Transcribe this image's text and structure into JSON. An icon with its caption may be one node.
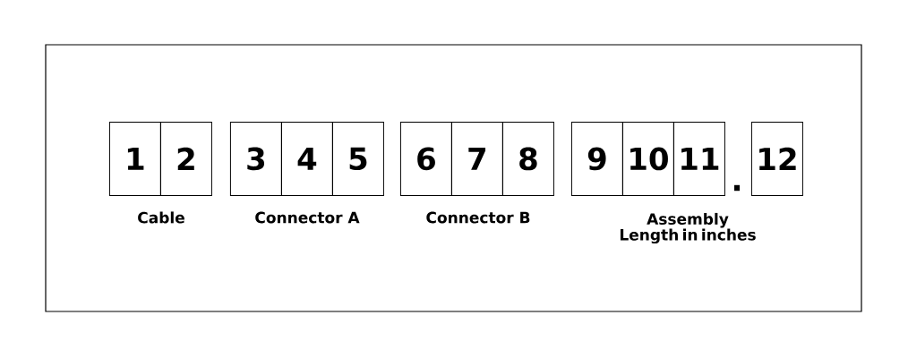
{
  "diagram": {
    "nodes": [
      {
        "text": [],
        "shape": "box"
      },
      {
        "text": [
          "1"
        ],
        "in": 0
      },
      {
        "text": [
          "2"
        ],
        "in": 0
      },
      {
        "text": [
          "3"
        ],
        "in": 0
      },
      {
        "text": [
          "4"
        ],
        "in": 0
      },
      {
        "text": [
          "5"
        ],
        "in": 0
      },
      {
        "text": [
          "6"
        ],
        "in": 0
      },
      {
        "text": [
          "7"
        ],
        "in": 0
      },
      {
        "text": [
          "8"
        ],
        "in": 0
      },
      {
        "text": [
          "9"
        ],
        "in": 0
      },
      {
        "text": [
          "10"
        ],
        "in": 0
      },
      {
        "text": [
          "11"
        ],
        "in": 0
      },
      {
        "text": [
          "12"
        ],
        "in": 0
      }
    ],
    "edges": [],
    "labels": [
      ".",
      "Cable",
      "Connector A",
      "Connector B",
      "Assembly Length in inches"
    ]
  }
}
